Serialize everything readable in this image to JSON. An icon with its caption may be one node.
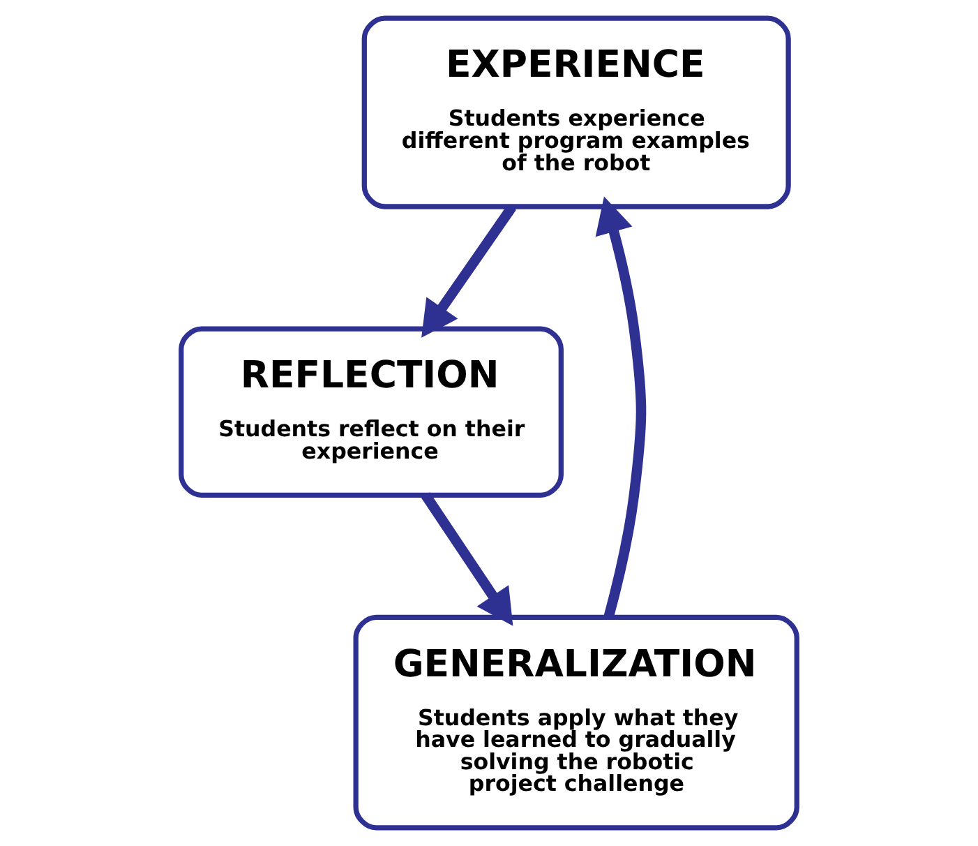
{
  "diagram": {
    "nodes": [
      {
        "text": [
          "EXPERIENCE",
          "Students experience different program examples of the robot"
        ]
      },
      {
        "text": [
          "REFLECTION",
          "Students reflect on their experience"
        ]
      },
      {
        "text": [
          "GENERALIZATION",
          "Students apply what they have learned to gradually solving the robotic project challenge"
        ]
      }
    ],
    "edges": [
      {
        "from": 0,
        "to": 1,
        "arrow": "to"
      },
      {
        "from": 1,
        "to": 2,
        "arrow": "to"
      },
      {
        "from": 2,
        "to": 0,
        "arrow": "to"
      }
    ]
  }
}
